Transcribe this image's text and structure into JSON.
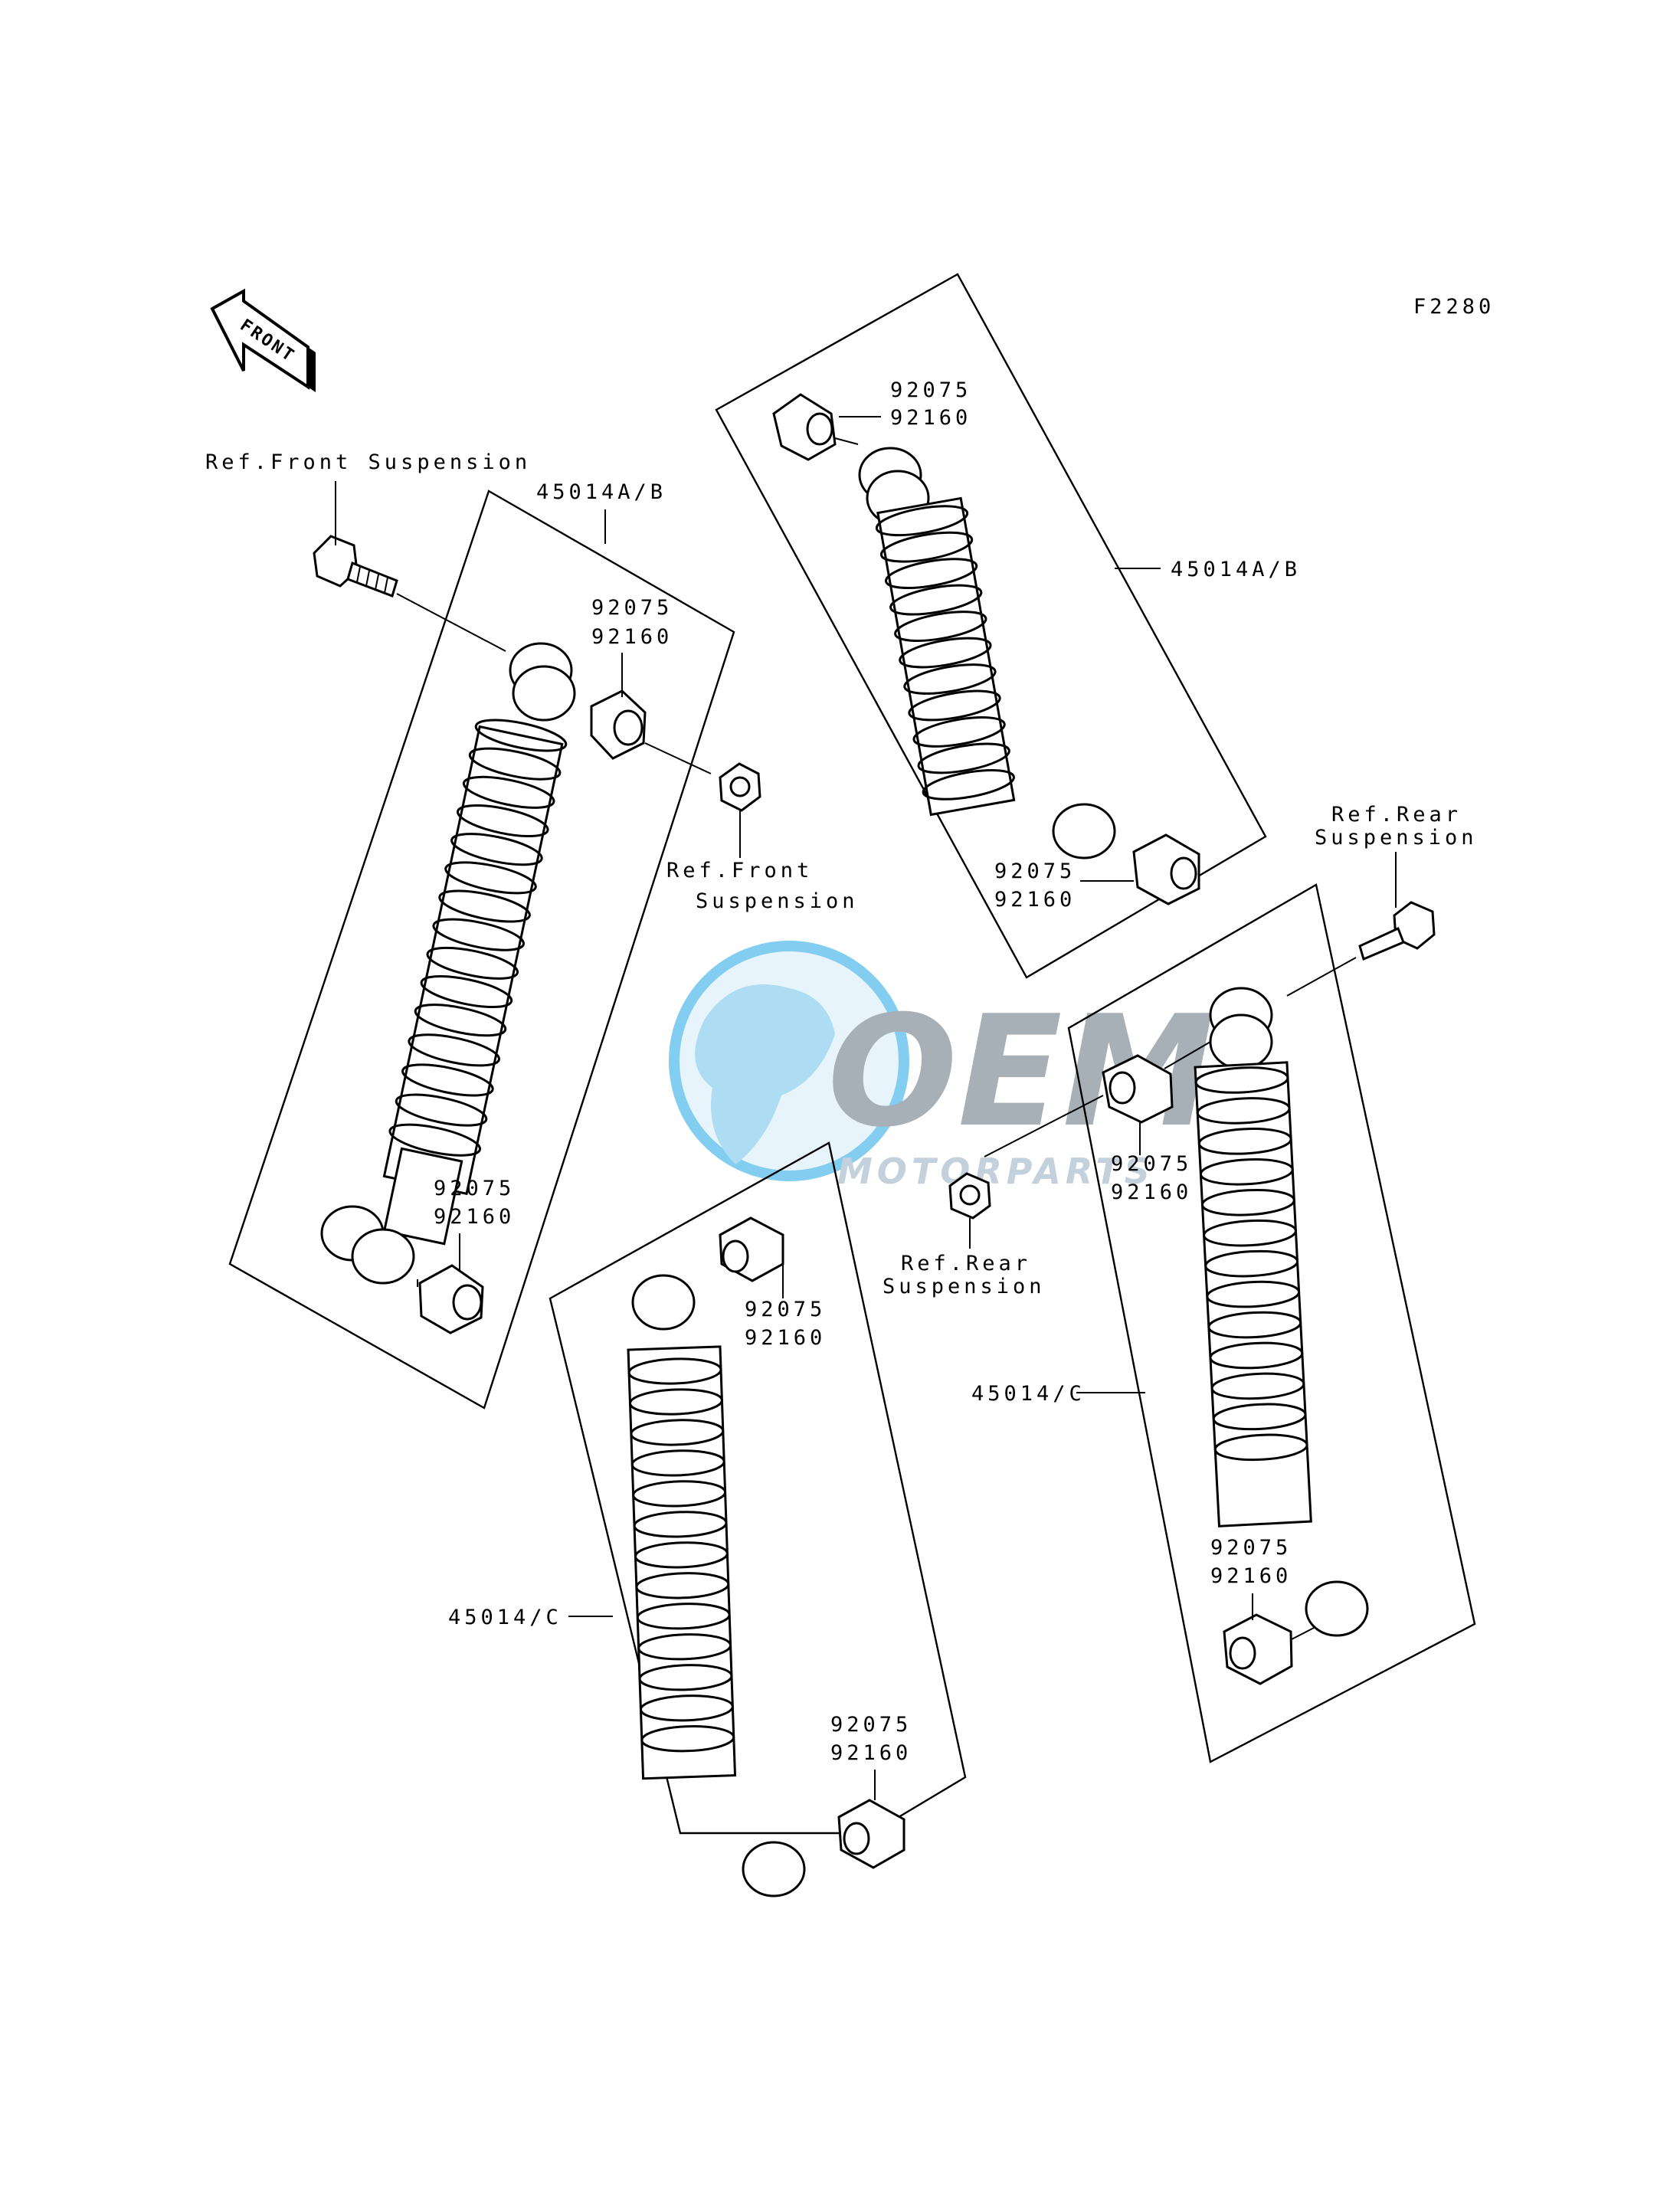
{
  "diagram": {
    "figure_code": "F2280",
    "front_arrow_text": "FRONT",
    "labels": {
      "ref_front_suspension_top": "Ref.Front Suspension",
      "ref_front_suspension_mid_line1": "Ref.Front",
      "ref_front_suspension_mid_line2": "Suspension",
      "ref_rear_suspension_top_line1": "Ref.Rear",
      "ref_rear_suspension_top_line2": "Suspension",
      "ref_rear_suspension_mid_line1": "Ref.Rear",
      "ref_rear_suspension_mid_line2": "Suspension"
    },
    "parts": {
      "shock_ab": "45014A/B",
      "shock_c": "45014/C",
      "bushing": "92075",
      "collar": "92160"
    }
  },
  "watermark": {
    "brand": "OEM",
    "tagline": "MOTORPARTS",
    "colors": {
      "globe": "#6ec6ee",
      "letters": "#9aa3ab",
      "tagline": "#b9c9d6"
    }
  }
}
